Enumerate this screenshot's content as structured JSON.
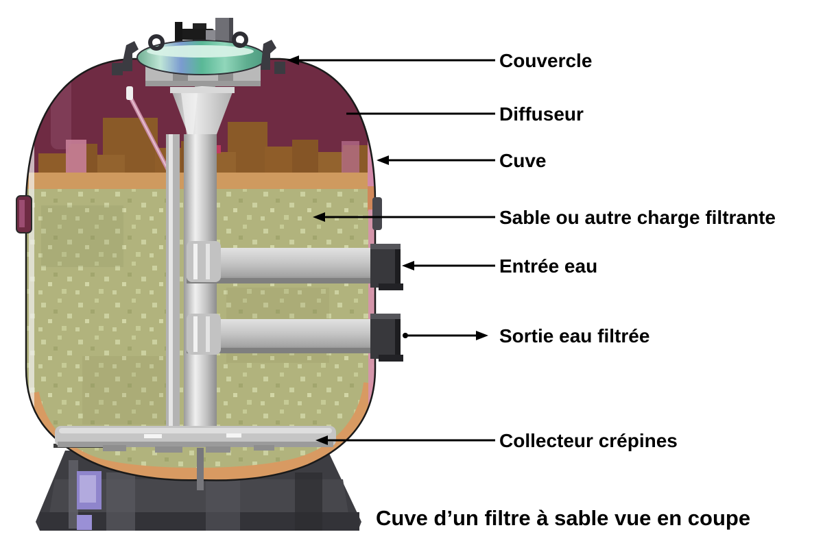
{
  "diagram": {
    "caption": "Cuve d’un filtre à sable vue en coupe",
    "labels": [
      {
        "id": "couvercle",
        "text": "Couvercle"
      },
      {
        "id": "diffuseur",
        "text": "Diffuseur"
      },
      {
        "id": "cuve",
        "text": "Cuve"
      },
      {
        "id": "sable",
        "text": "Sable ou autre charge filtrante"
      },
      {
        "id": "entree",
        "text": "Entrée eau"
      },
      {
        "id": "sortie",
        "text": "Sortie eau  filtrée"
      },
      {
        "id": "collecteur",
        "text": "Collecteur crépines"
      }
    ],
    "colors": {
      "background": "#ffffff",
      "outline": "#1a1a1a",
      "leader_line": "#000000",
      "maroon_dome": "#6f2b43",
      "brown_band": "#8a5a28",
      "tan_band": "#cf9a5f",
      "sand": "#b1b37d",
      "sand_speckle": "#ccd1a0",
      "peach_bottom": "#d89a62",
      "pink_rim": "#cf7fa2",
      "lid_teal": "#59b896",
      "lid_blue": "#7b9bd0",
      "pipe_gray": "#c9c9c9",
      "fitting_dark": "#38383c",
      "base_gray": "#3d3d42",
      "base_purple": "#8f85cc",
      "text": "#000000"
    }
  }
}
